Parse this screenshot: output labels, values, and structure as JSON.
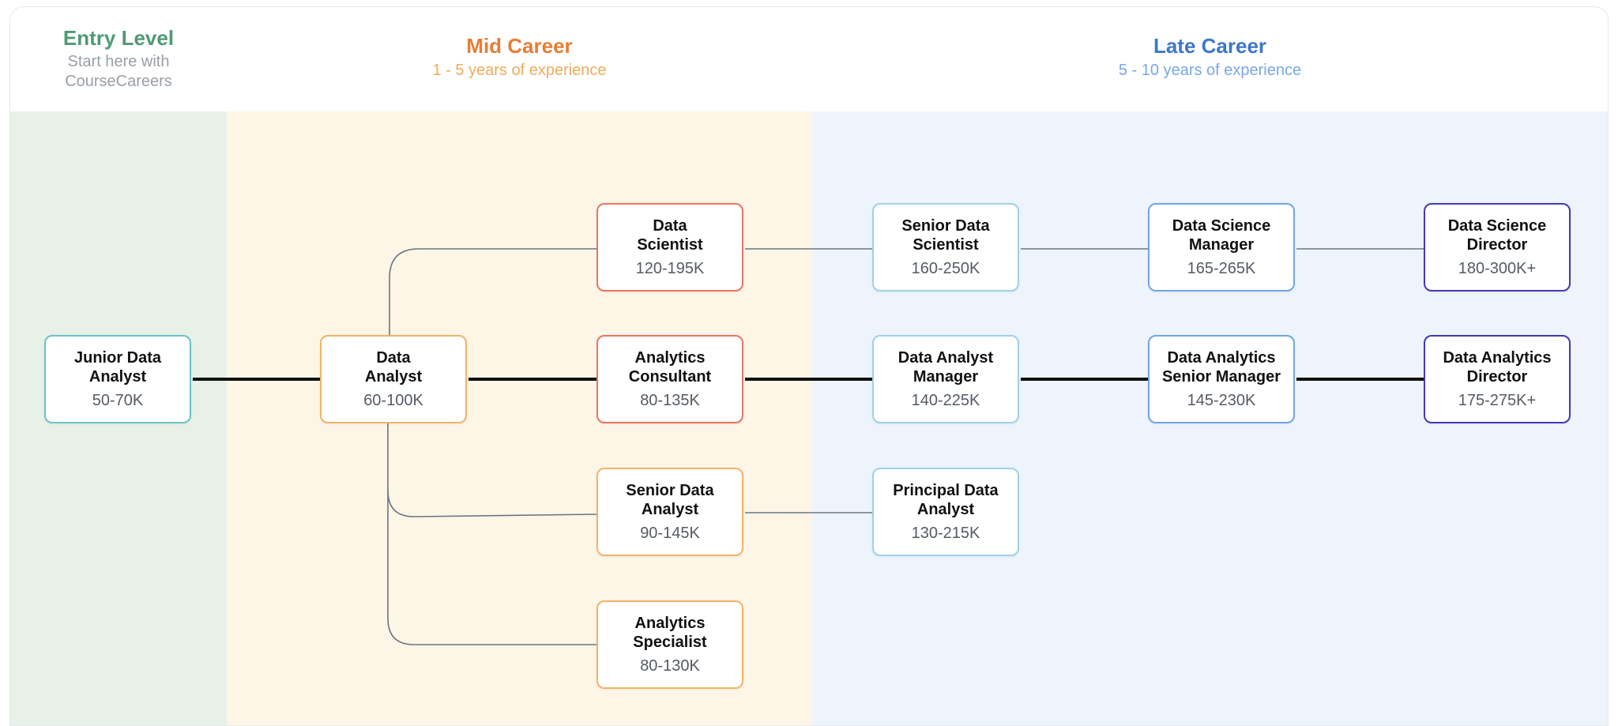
{
  "columns": {
    "entry": {
      "title": "Entry Level",
      "subtitle_line1": "Start here with",
      "subtitle_line2": "CourseCareers"
    },
    "mid": {
      "title": "Mid Career",
      "subtitle": "1 - 5 years of experience"
    },
    "late": {
      "title": "Late Career",
      "subtitle": "5 - 10 years of experience"
    }
  },
  "colors": {
    "entry_bg": "#e7f1e7",
    "mid_bg": "#fdf6e6",
    "late_bg": "#eef4fc",
    "entry_accent": "#4f9a74",
    "mid_accent": "#e87d34",
    "late_accent": "#3d78c8",
    "main_path_line": "#111111",
    "branch_line": "#6b7685"
  },
  "nodes": {
    "junior_data_analyst": {
      "title": "Junior Data Analyst",
      "salary": "50-70K"
    },
    "data_analyst": {
      "title": "Data Analyst",
      "salary": "60-100K"
    },
    "data_scientist": {
      "title": "Data Scientist",
      "salary": "120-195K"
    },
    "analytics_consultant": {
      "title": "Analytics Consultant",
      "salary": "80-135K"
    },
    "senior_data_analyst": {
      "title": "Senior Data Analyst",
      "salary": "90-145K"
    },
    "analytics_specialist": {
      "title": "Analytics Specialist",
      "salary": "80-130K"
    },
    "senior_data_scientist": {
      "title": "Senior Data Scientist",
      "salary": "160-250K"
    },
    "data_analyst_manager": {
      "title": "Data Analyst Manager",
      "salary": "140-225K"
    },
    "principal_data_analyst": {
      "title": "Principal Data Analyst",
      "salary": "130-215K"
    },
    "data_science_manager": {
      "title": "Data Science Manager",
      "salary": "165-265K"
    },
    "data_analytics_senior_manager": {
      "title": "Data Analytics Senior Manager",
      "salary": "145-230K"
    },
    "data_science_director": {
      "title": "Data Science Director",
      "salary": "180-300K+"
    },
    "data_analytics_director": {
      "title": "Data Analytics Director",
      "salary": "175-275K+"
    }
  },
  "edges": [
    {
      "from": "junior_data_analyst",
      "to": "data_analyst",
      "style": "main"
    },
    {
      "from": "data_analyst",
      "to": "analytics_consultant",
      "style": "main"
    },
    {
      "from": "analytics_consultant",
      "to": "data_analyst_manager",
      "style": "main"
    },
    {
      "from": "data_analyst_manager",
      "to": "data_analytics_senior_manager",
      "style": "main"
    },
    {
      "from": "data_analytics_senior_manager",
      "to": "data_analytics_director",
      "style": "main"
    },
    {
      "from": "data_analyst",
      "to": "data_scientist",
      "style": "branch"
    },
    {
      "from": "data_analyst",
      "to": "senior_data_analyst",
      "style": "branch"
    },
    {
      "from": "data_analyst",
      "to": "analytics_specialist",
      "style": "branch"
    },
    {
      "from": "data_scientist",
      "to": "senior_data_scientist",
      "style": "branch"
    },
    {
      "from": "senior_data_scientist",
      "to": "data_science_manager",
      "style": "branch"
    },
    {
      "from": "data_science_manager",
      "to": "data_science_director",
      "style": "branch"
    },
    {
      "from": "senior_data_analyst",
      "to": "principal_data_analyst",
      "style": "branch"
    }
  ]
}
